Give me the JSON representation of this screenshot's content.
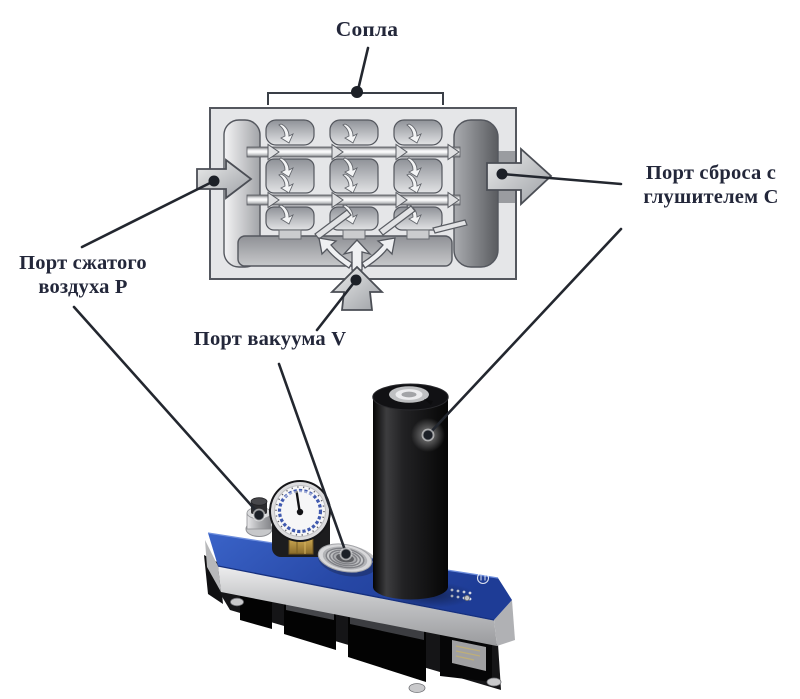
{
  "diagram": {
    "nozzles_label": "Сопла",
    "pressure_port_label": {
      "line1": "Порт сжатого",
      "line2": "воздуха P"
    },
    "exhaust_port_label": {
      "line1": "Порт сброса с",
      "line2": "глушителем C"
    },
    "vacuum_port_label": "Порт вакуума V"
  },
  "colors": {
    "label_text": "#23273a",
    "leader_line": "#23272f",
    "schematic_fill": "#e5e6e8",
    "schematic_outline": "#54575e",
    "device_blue": "#2b4fae",
    "device_silver": "#c9cacc",
    "device_black": "#141416",
    "gauge_scale_blue": "#4059ae",
    "brass_fitting": "#b08d3e"
  }
}
